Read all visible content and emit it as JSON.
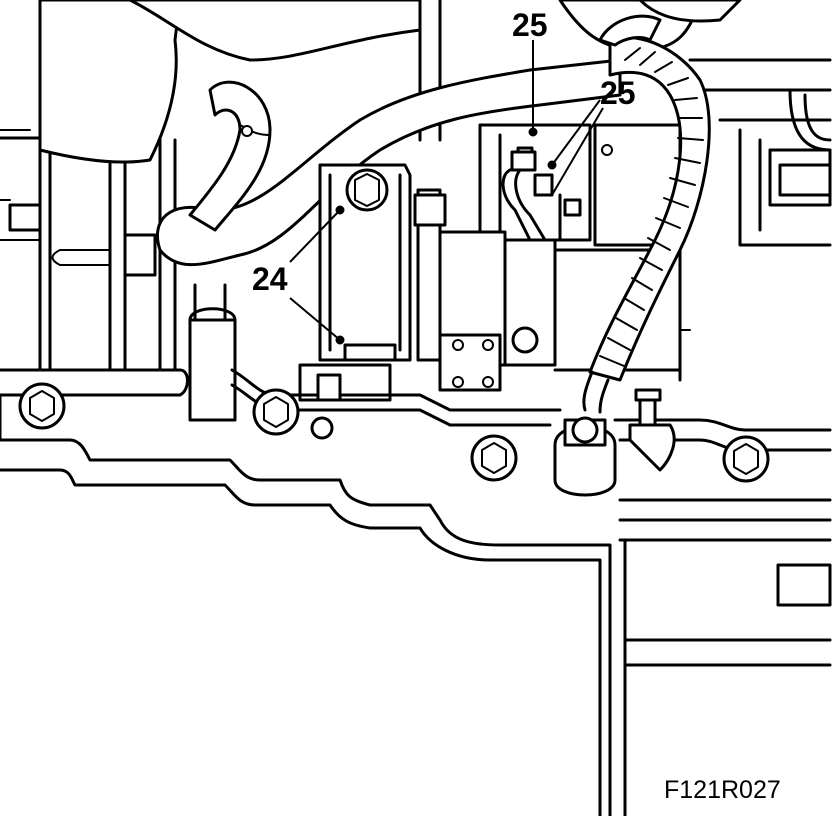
{
  "diagram": {
    "callouts": [
      {
        "id": "callout-24",
        "text": "24"
      },
      {
        "id": "callout-25-top",
        "text": "25"
      },
      {
        "id": "callout-25-right",
        "text": "25"
      }
    ],
    "figure_reference": "F121R027",
    "colors": {
      "line": "#000000",
      "background": "#ffffff"
    }
  }
}
